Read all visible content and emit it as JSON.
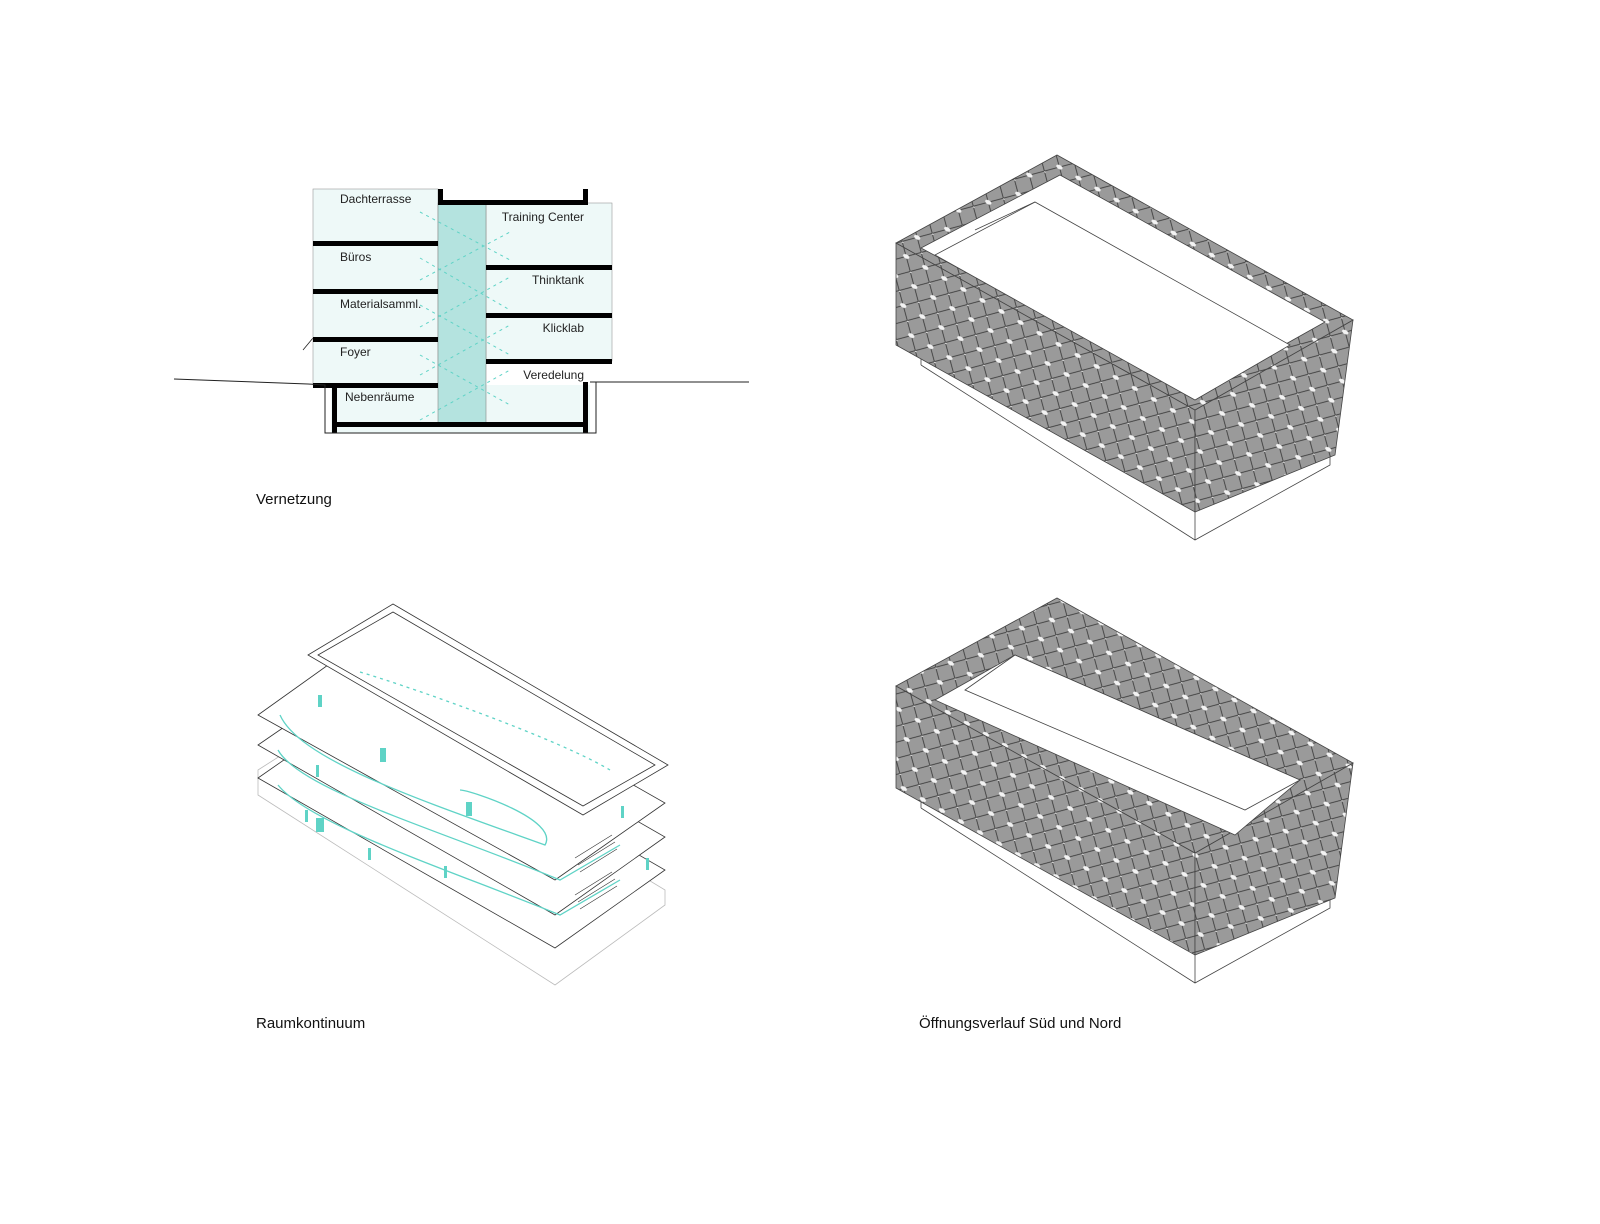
{
  "section": {
    "rooms_left": [
      "Dachterrasse",
      "Büros",
      "Materialsamml.",
      "Foyer",
      "Nebenräume"
    ],
    "rooms_right": [
      "Training Center",
      "Thinktank",
      "Klicklab",
      "Veredelung"
    ]
  },
  "captions": {
    "section": "Vernetzung",
    "axo": "Raumkontinuum",
    "facade": "Öffnungsverlauf Süd und Nord"
  },
  "colors": {
    "accent": "#5fd3c6",
    "glass": "#eef9f8",
    "core": "#b4e3df",
    "facade": "#8f8f8f"
  }
}
